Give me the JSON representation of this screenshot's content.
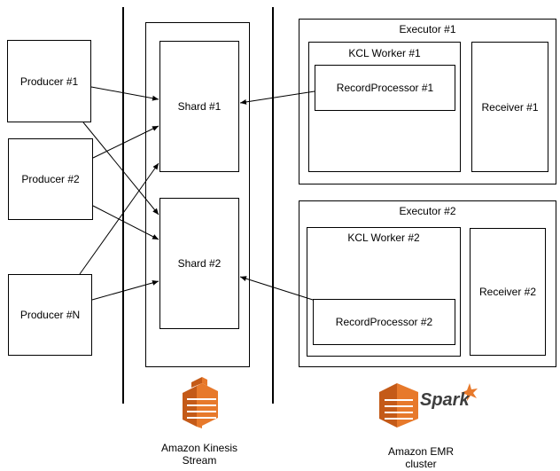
{
  "producers": [
    {
      "label": "Producer #1"
    },
    {
      "label": "Producer #2"
    },
    {
      "label": "Producer #N"
    }
  ],
  "shards": [
    {
      "label": "Shard #1"
    },
    {
      "label": "Shard #2"
    }
  ],
  "executors": [
    {
      "title": "Executor #1",
      "worker": "KCL Worker #1",
      "processor": "RecordProcessor #1",
      "receiver": "Receiver #1"
    },
    {
      "title": "Executor #2",
      "worker": "KCL Worker #2",
      "processor": "RecordProcessor #2",
      "receiver": "Receiver #2"
    }
  ],
  "kinesis": {
    "line1": "Amazon Kinesis",
    "line2": "Stream",
    "icon": "amazon-kinesis-icon"
  },
  "emr": {
    "line1": "Amazon EMR",
    "line2": "cluster",
    "spark_text": "Spark",
    "icon": "apache-spark-icon"
  },
  "colors": {
    "aws_orange": "#e7792b",
    "aws_dark": "#c45a18",
    "spark_text": "#3e3e3e"
  }
}
